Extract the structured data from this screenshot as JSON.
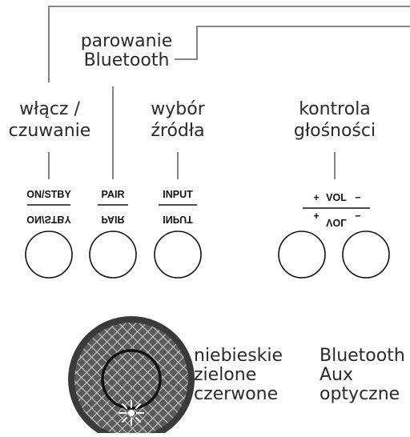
{
  "callouts": {
    "pairing": [
      "parowanie",
      "Bluetooth"
    ],
    "power": [
      "włącz /",
      "czuwanie"
    ],
    "source": [
      "wybór",
      "źródła"
    ],
    "volume": [
      "kontrola",
      "głośności"
    ]
  },
  "buttons": {
    "power": "ON/STBY",
    "pair": "PAIR",
    "input": "INPUT",
    "vol_plus": "+",
    "vol": "VOL",
    "vol_minus": "−"
  },
  "indicator": {
    "colors": [
      "niebieskie",
      "zielone",
      "czerwone"
    ],
    "sources": [
      "Bluetooth",
      "Aux",
      "optyczne"
    ]
  },
  "icons": [
    "knob-icon",
    "light-burst-icon"
  ]
}
